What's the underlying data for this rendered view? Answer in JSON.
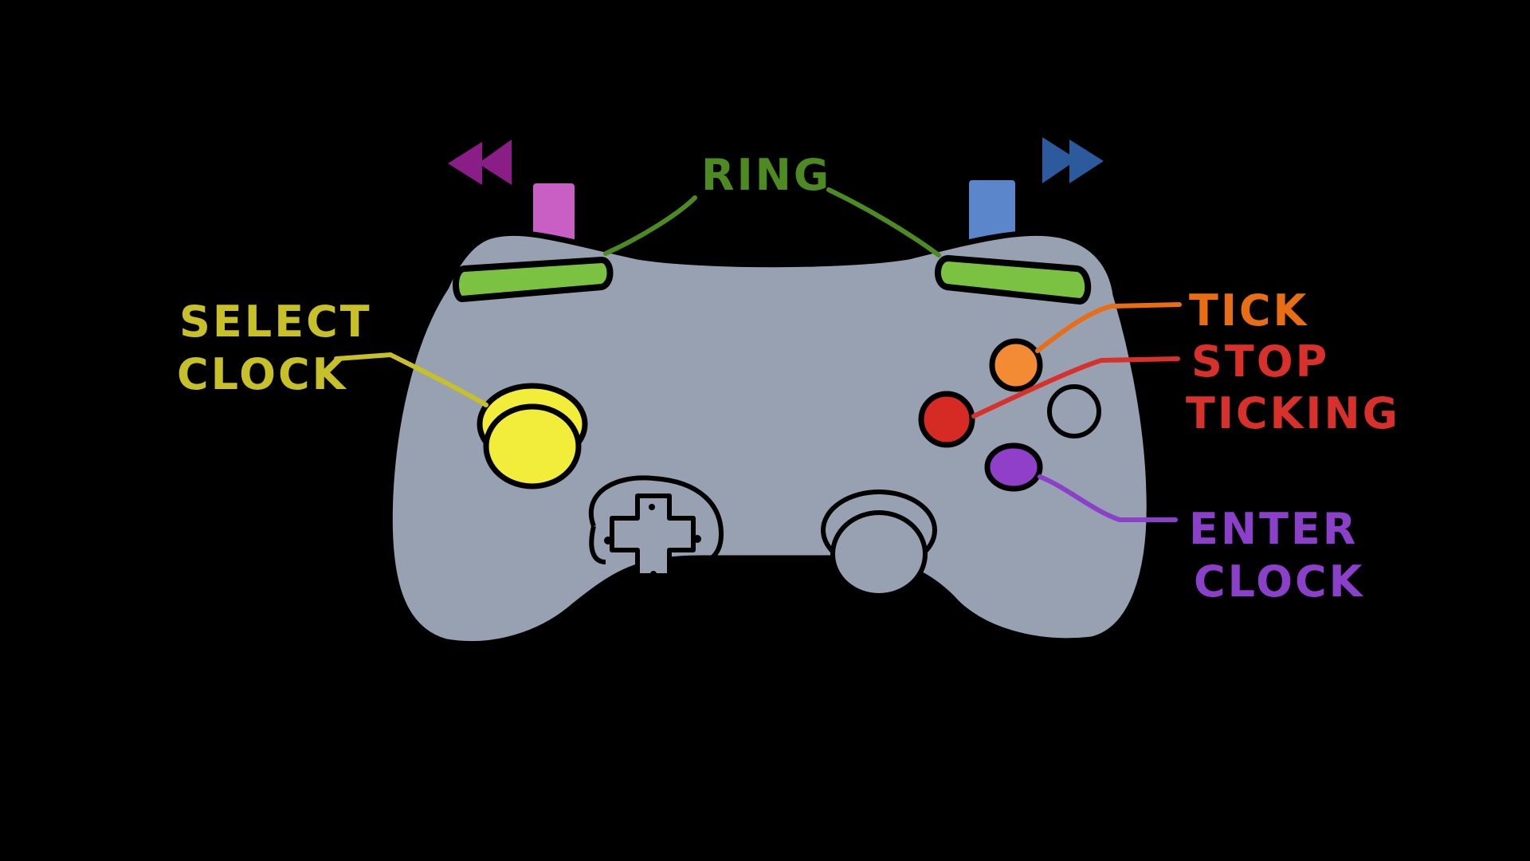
{
  "colors": {
    "background": "#000000",
    "controller_body": "#97a1b1",
    "outline": "#000000",
    "ring": "#7cc242",
    "ring_text": "#4e8a22",
    "rewind": "#8a1e86",
    "left_trigger": "#c95ec4",
    "fast_forward": "#2c5a9c",
    "right_trigger": "#5b86cc",
    "select": "#f2ec3b",
    "select_text": "#c8c028",
    "tick": "#f28b33",
    "tick_text": "#e96d14",
    "stop": "#d62a24",
    "stop_text": "#d8302a",
    "enter": "#8f3fc8",
    "enter_text": "#8a40c8"
  },
  "icons": {
    "rewind": "rewind-icon",
    "fast_forward": "fast-forward-icon",
    "dpad": "dpad-icon"
  },
  "labels": {
    "ring": "RING",
    "select_line1": "SELECT",
    "select_line2": "CLOCK",
    "tick": "TICK",
    "stop_line1": "STOP",
    "stop_line2": "TICKING",
    "enter_line1": "ENTER",
    "enter_line2": "CLOCK"
  }
}
